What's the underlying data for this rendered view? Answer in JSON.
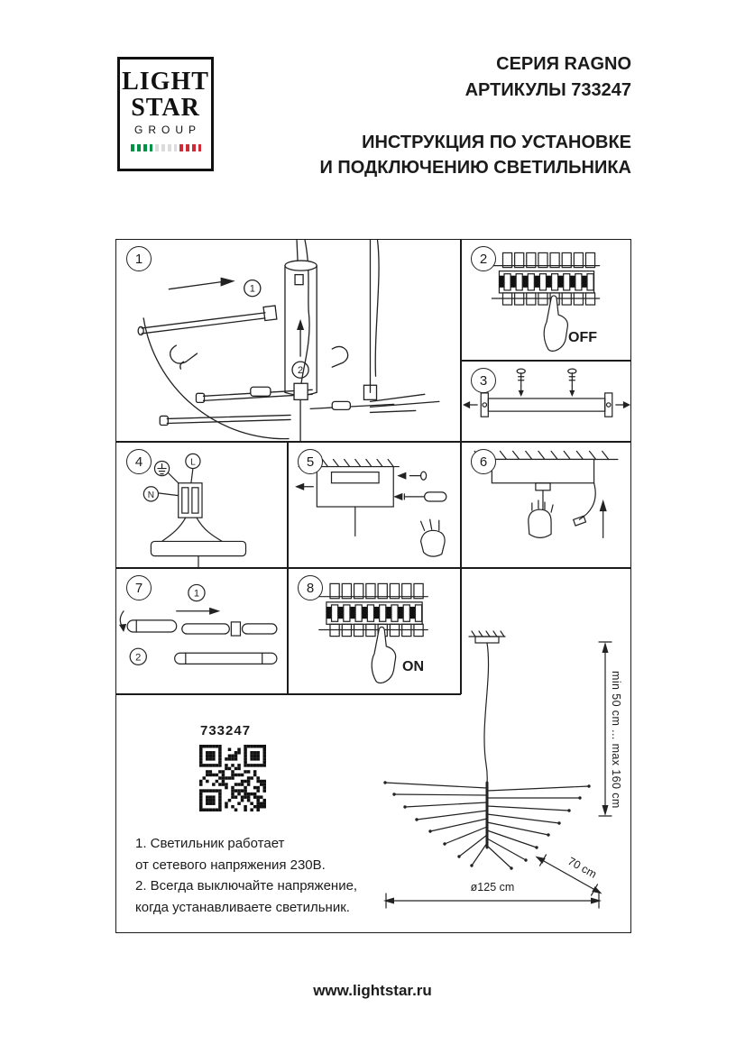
{
  "logo": {
    "line1": "LIGHT",
    "line2": "STAR",
    "line3": "GROUP",
    "flag_green": "#009246",
    "flag_red": "#ce2b37"
  },
  "header": {
    "series": "СЕРИЯ RAGNO",
    "articles": "АРТИКУЛЫ 733247",
    "instruction_line1": "ИНСТРУКЦИЯ ПО УСТАНОВКЕ",
    "instruction_line2": "И ПОДКЛЮЧЕНИЮ СВЕТИЛЬНИКА"
  },
  "panels": {
    "p1": {
      "num": "1",
      "steps": [
        "1",
        "2"
      ]
    },
    "p2": {
      "num": "2",
      "state": "OFF"
    },
    "p3": {
      "num": "3"
    },
    "p4": {
      "num": "4",
      "terminal_n": "N",
      "terminal_l": "L"
    },
    "p5": {
      "num": "5"
    },
    "p6": {
      "num": "6"
    },
    "p7": {
      "num": "7",
      "steps": [
        "1",
        "2"
      ]
    },
    "p8": {
      "num": "8",
      "state": "ON"
    }
  },
  "product": {
    "article": "733247",
    "height_range": "min 50 cm ... max 160 cm",
    "depth": "70 cm",
    "diameter": "ø125 cm"
  },
  "notes": {
    "lines": [
      "1. Светильник работает",
      "от сетевого напряжения 230В.",
      "2. Всегда выключайте напряжение,",
      "когда устанавливаете светильник."
    ]
  },
  "footer": {
    "website": "www.lightstar.ru"
  }
}
